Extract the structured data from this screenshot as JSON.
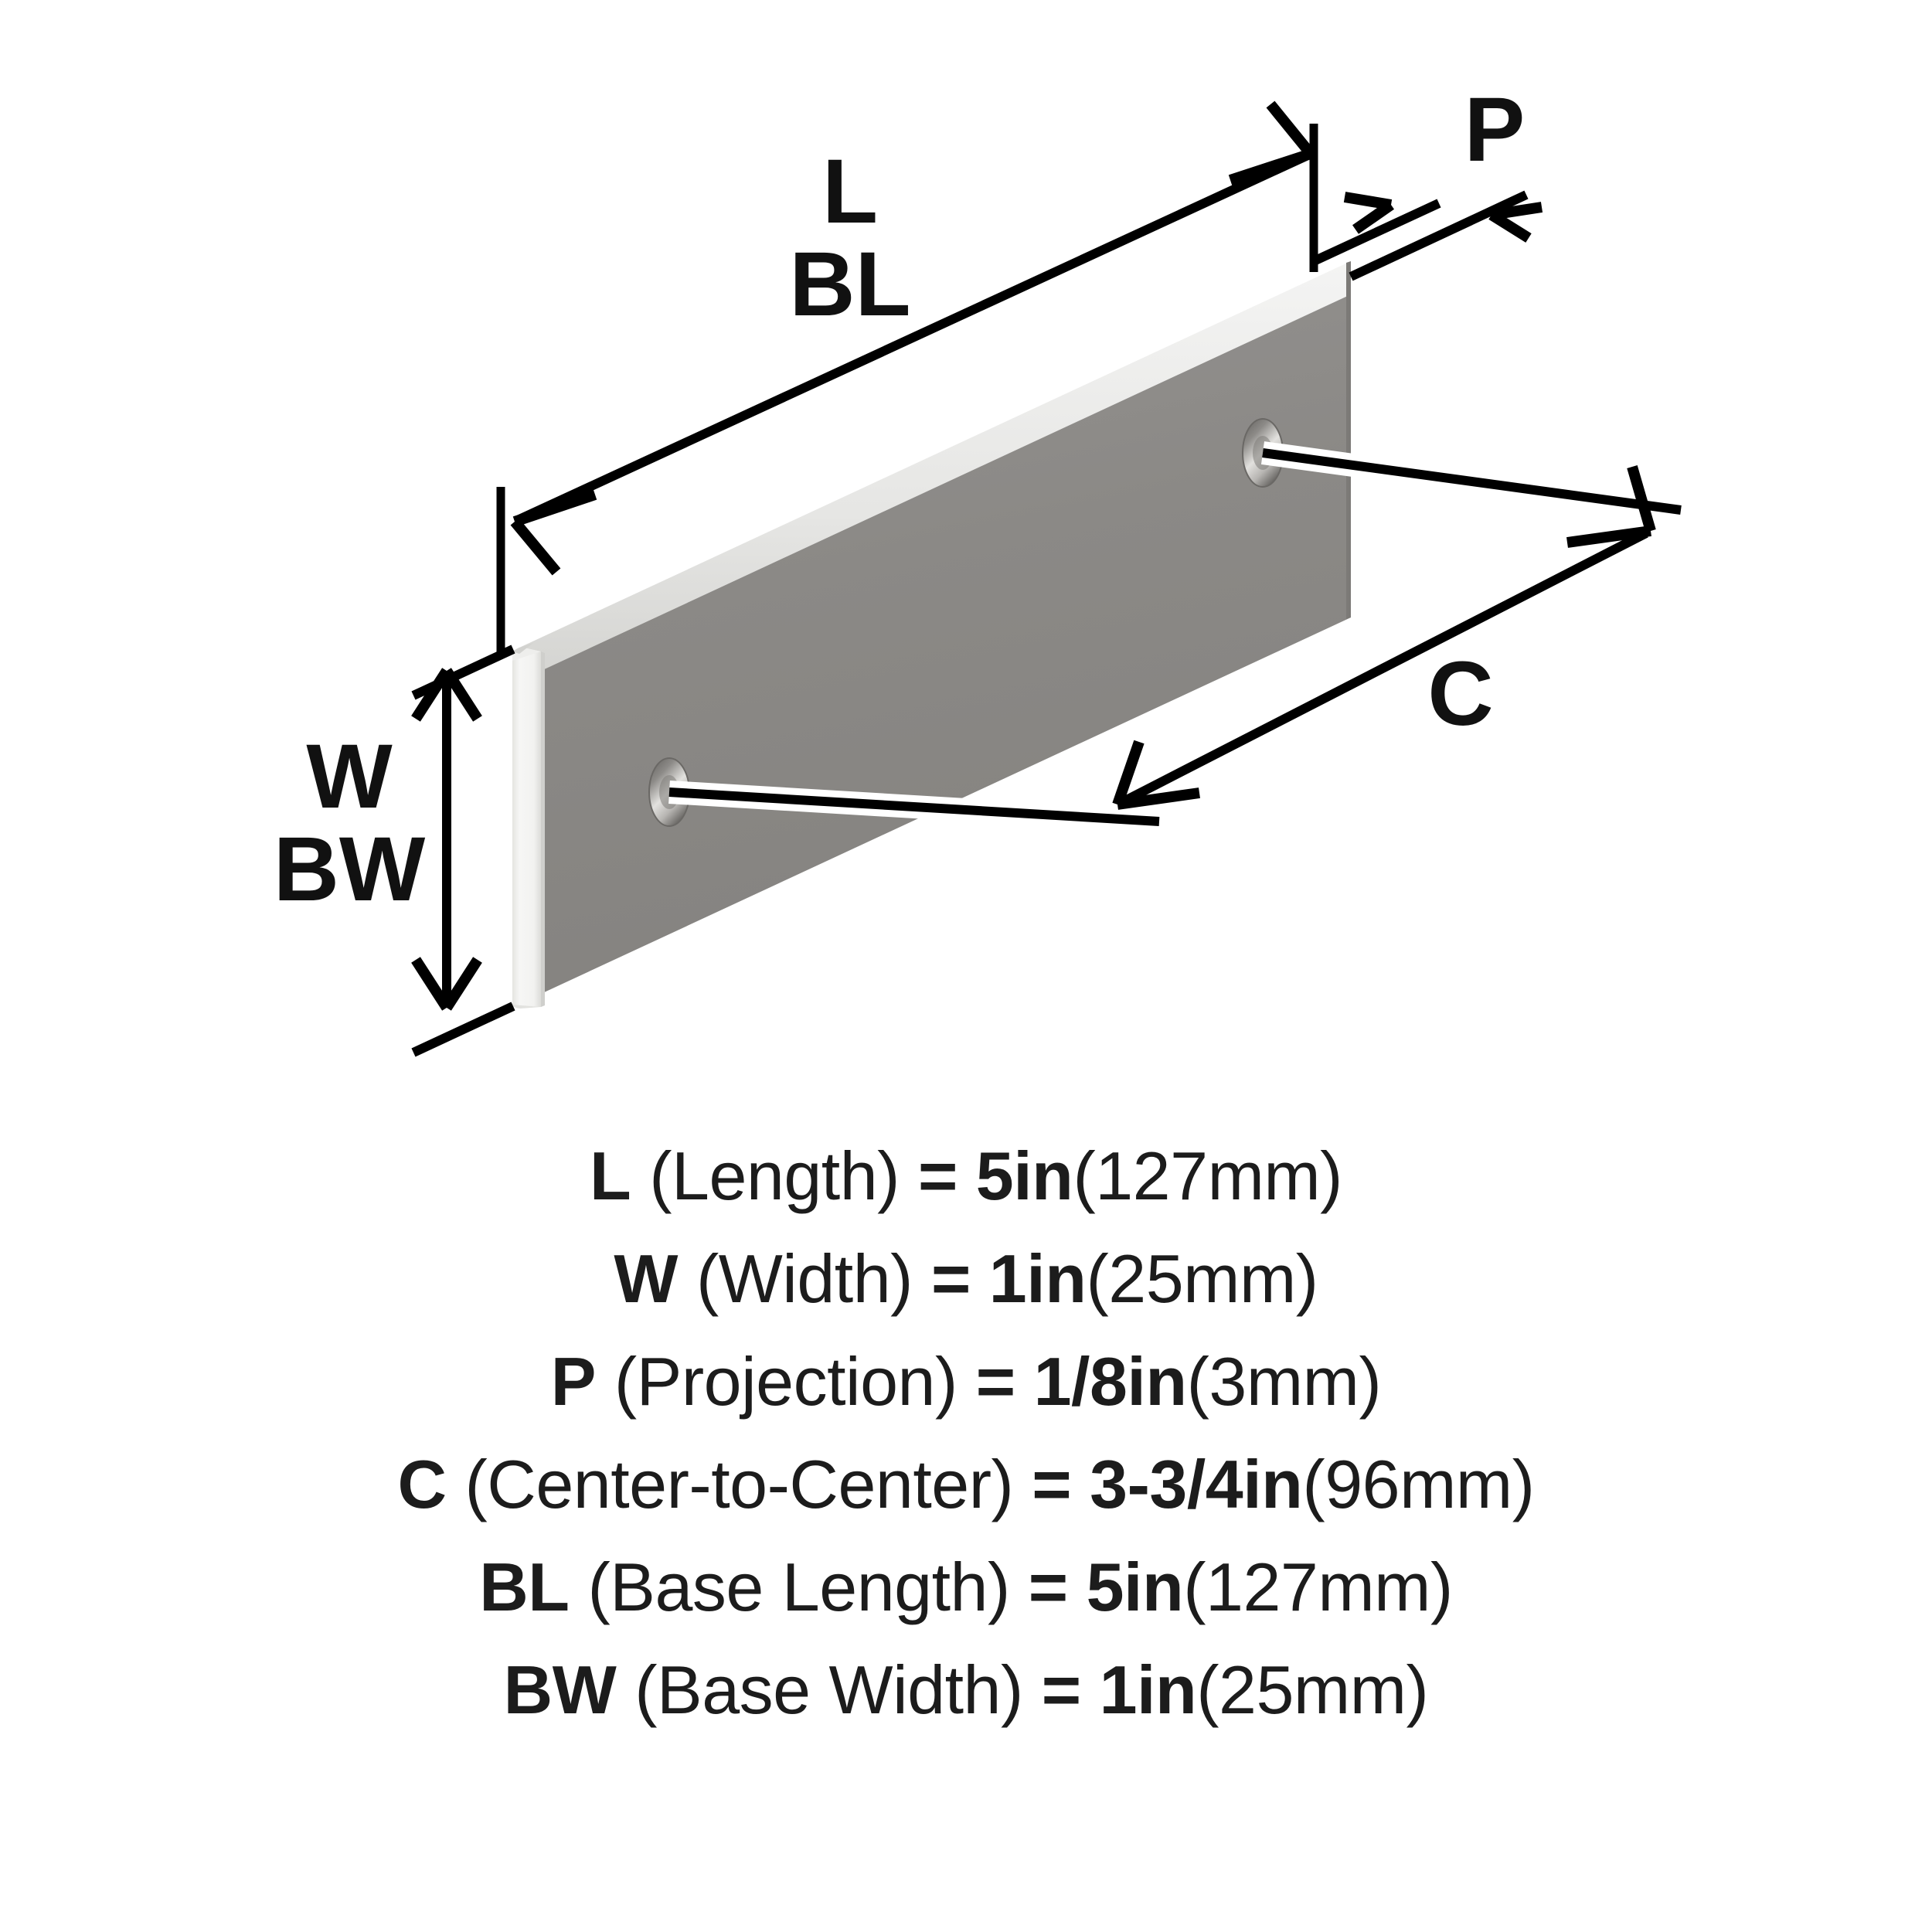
{
  "diagram": {
    "title": "Cabinet pull dimension diagram",
    "product_colors": {
      "face": "#8a8884",
      "face_light": "#95938f",
      "top_bevel": "#e9e9e7",
      "end_cap": "#f2f2f0",
      "end_cap_edge": "#d6d6d3",
      "hole_dark": "#6e6c69",
      "hole_light": "#d8d7d4",
      "line": "#000000",
      "background": "#ffffff"
    },
    "labels": {
      "length": "L",
      "base_length": "BL",
      "width": "W",
      "base_width": "BW",
      "projection": "P",
      "center_to_center": "C"
    }
  },
  "specs": [
    {
      "code": "L",
      "desc": "(Length)",
      "eq": "=",
      "value": "5in",
      "metric": "(127mm)"
    },
    {
      "code": "W",
      "desc": "(Width)",
      "eq": "=",
      "value": "1in",
      "metric": "(25mm)"
    },
    {
      "code": "P",
      "desc": "(Projection)",
      "eq": "=",
      "value": "1/8in",
      "metric": "(3mm)"
    },
    {
      "code": "C",
      "desc": "(Center-to-Center)",
      "eq": "=",
      "value": "3-3/4in",
      "metric": "(96mm)"
    },
    {
      "code": "BL",
      "desc": "(Base Length)",
      "eq": "=",
      "value": "5in",
      "metric": "(127mm)"
    },
    {
      "code": "BW",
      "desc": "(Base Width)",
      "eq": "=",
      "value": "1in",
      "metric": "(25mm)"
    }
  ]
}
